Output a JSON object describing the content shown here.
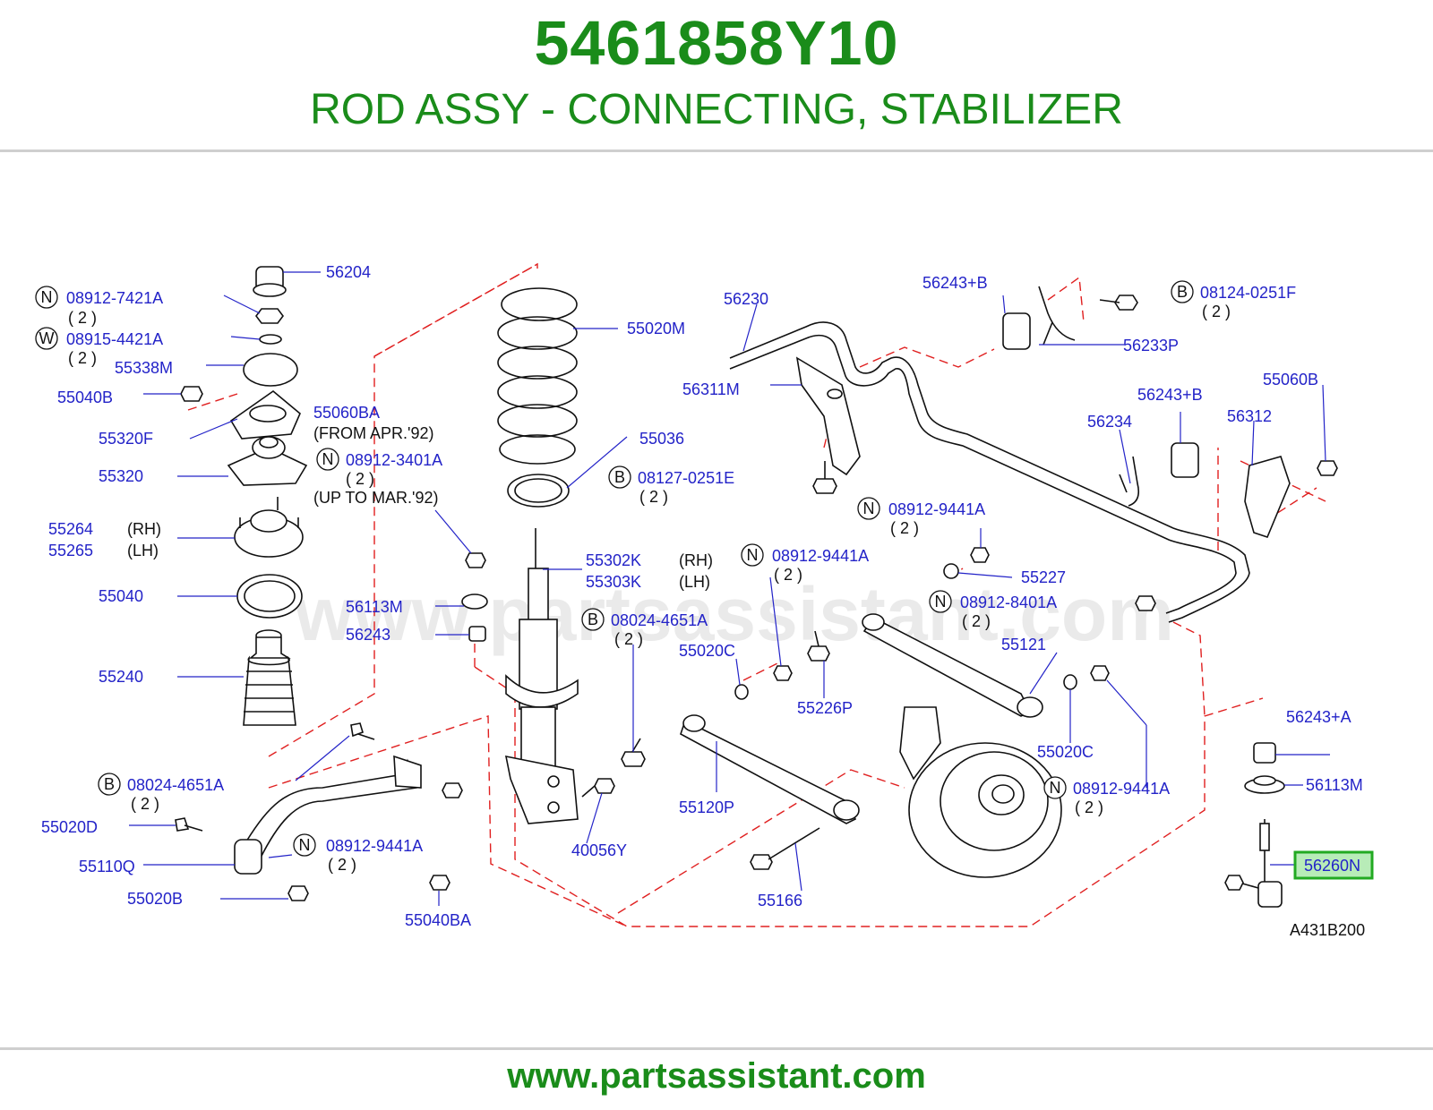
{
  "header": {
    "part_number": "5461858Y10",
    "description": "ROD ASSY - CONNECTING, STABILIZER"
  },
  "watermark": "www.partsassistant.com",
  "footer": {
    "url": "www.partsassistant.com"
  },
  "diagram_code": "A431B200",
  "highlight": {
    "label": "56260N",
    "color": "#22aa22",
    "fill": "#b8ecb8"
  },
  "colors": {
    "title": "#1a8c1a",
    "label": "#2323c8",
    "dash": "#e02020"
  },
  "labels": [
    {
      "id": "l56204",
      "text": "56204"
    },
    {
      "id": "l089127421A",
      "prefix": "N",
      "text": "08912-7421A",
      "qty": "( 2 )"
    },
    {
      "id": "l089154421A",
      "prefix": "W",
      "text": "08915-4421A",
      "qty": "( 2 )"
    },
    {
      "id": "l55338M",
      "text": "55338M"
    },
    {
      "id": "l55040B",
      "text": "55040B"
    },
    {
      "id": "l55320F",
      "text": "55320F"
    },
    {
      "id": "l55060BA",
      "text": "55060BA",
      "note": "(FROM  APR.'92)"
    },
    {
      "id": "l089123401A",
      "prefix": "N",
      "text": "08912-3401A",
      "qty": "( 2 )",
      "note": "(UP  TO  MAR.'92)"
    },
    {
      "id": "l55320",
      "text": "55320"
    },
    {
      "id": "l55264",
      "text": "55264",
      "side": "(RH)"
    },
    {
      "id": "l55265",
      "text": "55265",
      "side": "(LH)"
    },
    {
      "id": "l55040",
      "text": "55040"
    },
    {
      "id": "l55240",
      "text": "55240"
    },
    {
      "id": "l55020M",
      "text": "55020M"
    },
    {
      "id": "l55036",
      "text": "55036"
    },
    {
      "id": "l081270251E",
      "prefix": "B",
      "text": "08127-0251E",
      "qty": "( 2 )"
    },
    {
      "id": "l55302K",
      "text": "55302K",
      "side": "(RH)"
    },
    {
      "id": "l55303K",
      "text": "55303K",
      "side": "(LH)"
    },
    {
      "id": "l56113M_a",
      "text": "56113M"
    },
    {
      "id": "l56243",
      "text": "56243"
    },
    {
      "id": "l080244651A_a",
      "prefix": "B",
      "text": "08024-4651A",
      "qty": "( 2 )"
    },
    {
      "id": "l55020C_a",
      "text": "55020C"
    },
    {
      "id": "l080244651A_b",
      "prefix": "B",
      "text": "08024-4651A",
      "qty": "( 2 )"
    },
    {
      "id": "l55020D",
      "text": "55020D"
    },
    {
      "id": "l55110Q",
      "text": "55110Q"
    },
    {
      "id": "l089129441A_a",
      "prefix": "N",
      "text": "08912-9441A",
      "qty": "( 2 )"
    },
    {
      "id": "l55020B",
      "text": "55020B"
    },
    {
      "id": "l55040BA",
      "text": "55040BA"
    },
    {
      "id": "l40056Y",
      "text": "40056Y"
    },
    {
      "id": "l56230",
      "text": "56230"
    },
    {
      "id": "l56311M",
      "text": "56311M"
    },
    {
      "id": "l56243B_a",
      "text": "56243+B"
    },
    {
      "id": "l081240251F",
      "prefix": "B",
      "text": "08124-0251F",
      "qty": "( 2 )"
    },
    {
      "id": "l56233P",
      "text": "56233P"
    },
    {
      "id": "l56243B_b",
      "text": "56243+B"
    },
    {
      "id": "l56234",
      "text": "56234"
    },
    {
      "id": "l56312",
      "text": "56312"
    },
    {
      "id": "l55060B",
      "text": "55060B"
    },
    {
      "id": "l089129441A_b",
      "prefix": "N",
      "text": "08912-9441A",
      "qty": "( 2 )"
    },
    {
      "id": "l089129441A_c",
      "prefix": "N",
      "text": "08912-9441A",
      "qty": "( 2 )"
    },
    {
      "id": "l55227",
      "text": "55227"
    },
    {
      "id": "l089128401A",
      "prefix": "N",
      "text": "08912-8401A",
      "qty": "( 2 )"
    },
    {
      "id": "l55121",
      "text": "55121"
    },
    {
      "id": "l55226P",
      "text": "55226P"
    },
    {
      "id": "l55020C_b",
      "text": "55020C"
    },
    {
      "id": "l089129441A_d",
      "prefix": "N",
      "text": "08912-9441A",
      "qty": "( 2 )"
    },
    {
      "id": "l55120P",
      "text": "55120P"
    },
    {
      "id": "l55166",
      "text": "55166"
    },
    {
      "id": "l56243A",
      "text": "56243+A"
    },
    {
      "id": "l56113M_b",
      "text": "56113M"
    },
    {
      "id": "l56260N",
      "text": "56260N"
    }
  ]
}
